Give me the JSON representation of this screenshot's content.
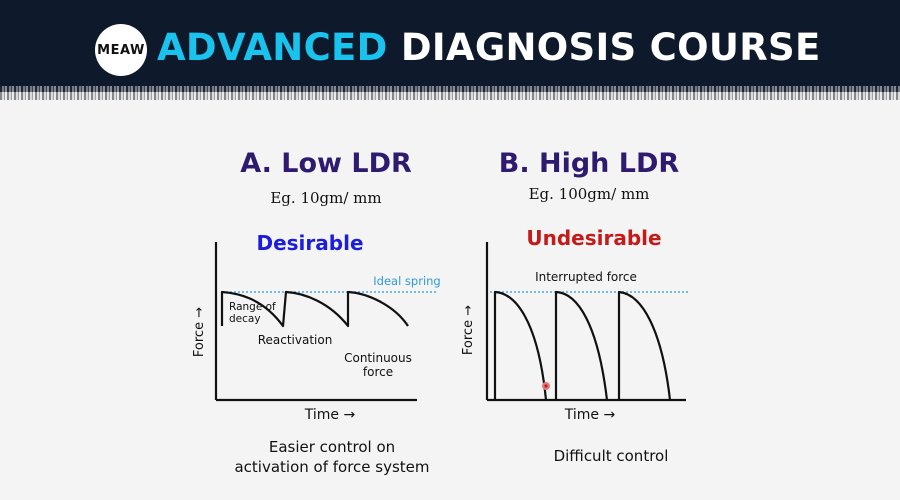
{
  "header": {
    "logo_text": "MEAW",
    "title_accent": "ADVANCED",
    "title_rest": "DIAGNOSIS COURSE"
  },
  "colors": {
    "banner_bg": "#0e1a2c",
    "accent": "#19c3ee",
    "heading": "#2e1a6e",
    "desirable": "#1c1cdc",
    "undesirable": "#c41a1a",
    "ideal_line": "#4aa8e0"
  },
  "panel_a": {
    "heading": "A. Low LDR",
    "example": "Eg. 10gm/ mm",
    "verdict": "Desirable",
    "ideal_label": "Ideal spring",
    "range_label_1": "Range of",
    "range_label_2": "decay",
    "reactivation_label": "Reactivation",
    "continuous_label_1": "Continuous",
    "continuous_label_2": "force",
    "y_axis": "Force →",
    "x_axis": "Time →",
    "caption_1": "Easier control on",
    "caption_2": "activation of force system"
  },
  "panel_b": {
    "heading": "B. High LDR",
    "example": "Eg. 100gm/ mm",
    "verdict": "Undesirable",
    "interrupted_label": "Interrupted force",
    "y_axis": "Force →",
    "x_axis": "Time →",
    "caption": "Difficult control"
  }
}
